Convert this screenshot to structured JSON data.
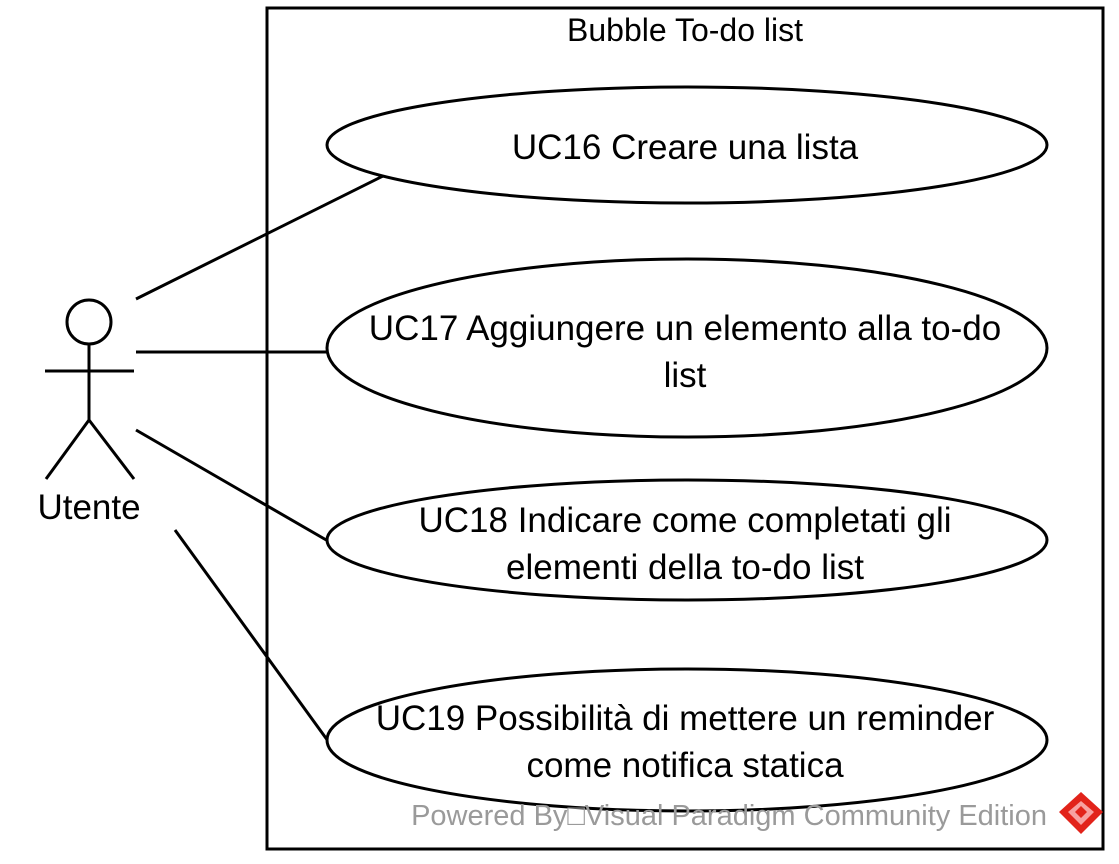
{
  "system": {
    "title": "Bubble To-do list"
  },
  "actor": {
    "name": "Utente"
  },
  "use_cases": [
    {
      "id": "UC16",
      "lines": [
        "UC16 Creare una lista"
      ]
    },
    {
      "id": "UC17",
      "lines": [
        "UC17 Aggiungere un elemento alla to-do",
        "list"
      ]
    },
    {
      "id": "UC18",
      "lines": [
        "UC18 Indicare come completati gli",
        "elementi della to-do list"
      ]
    },
    {
      "id": "UC19",
      "lines": [
        "UC19 Possibilità di mettere un reminder",
        "come notifica statica"
      ]
    }
  ],
  "watermark": {
    "text": "Powered By□Visual Paradigm Community Edition",
    "logo_icon": "visual-paradigm-logo-icon",
    "logo_colors": [
      "#e2231a",
      "#f7a1a1"
    ]
  }
}
